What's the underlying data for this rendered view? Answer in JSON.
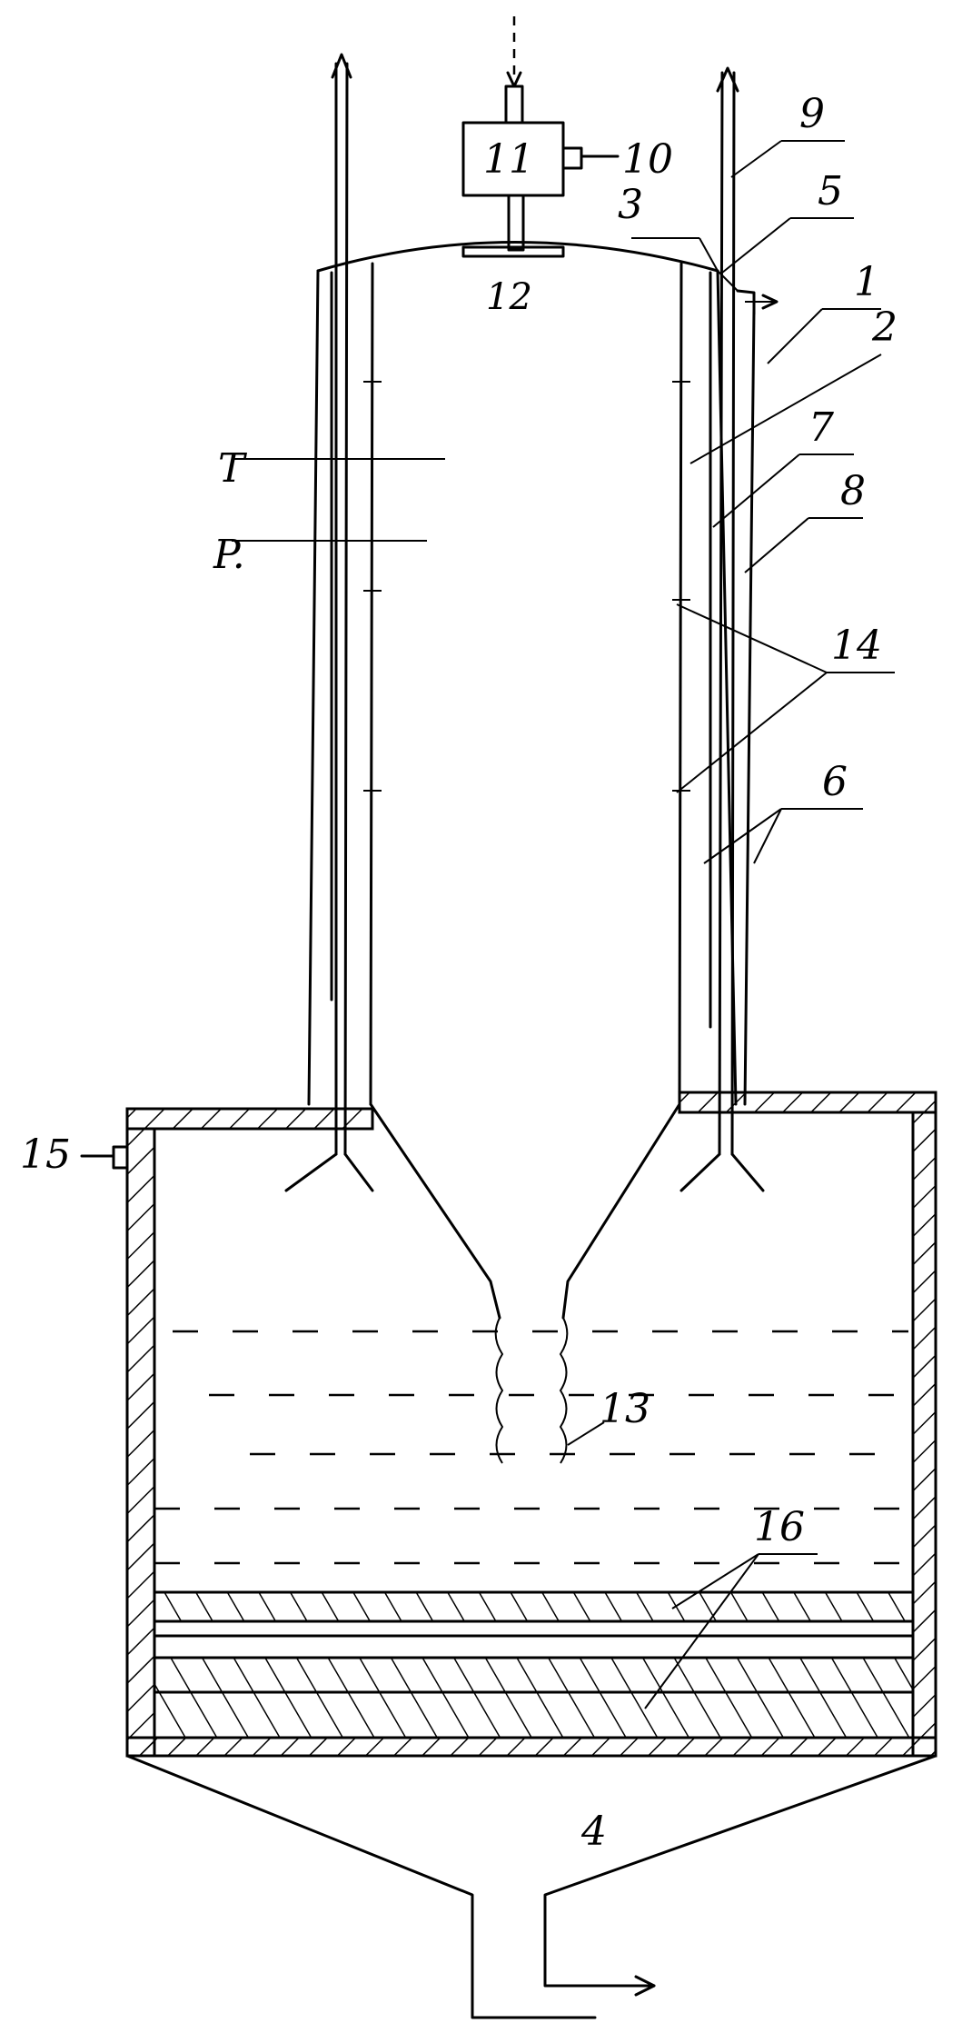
{
  "diagram": {
    "labels": {
      "l1": "1",
      "l2": "2",
      "l3": "3",
      "l4": "4",
      "l5": "5",
      "l6": "6",
      "l7": "7",
      "l8": "8",
      "l9": "9",
      "l10": "10",
      "l11": "11",
      "l12": "12",
      "l13": "13",
      "l14": "14",
      "l15": "15",
      "l16": "16",
      "lT": "T",
      "lP": "P."
    }
  }
}
